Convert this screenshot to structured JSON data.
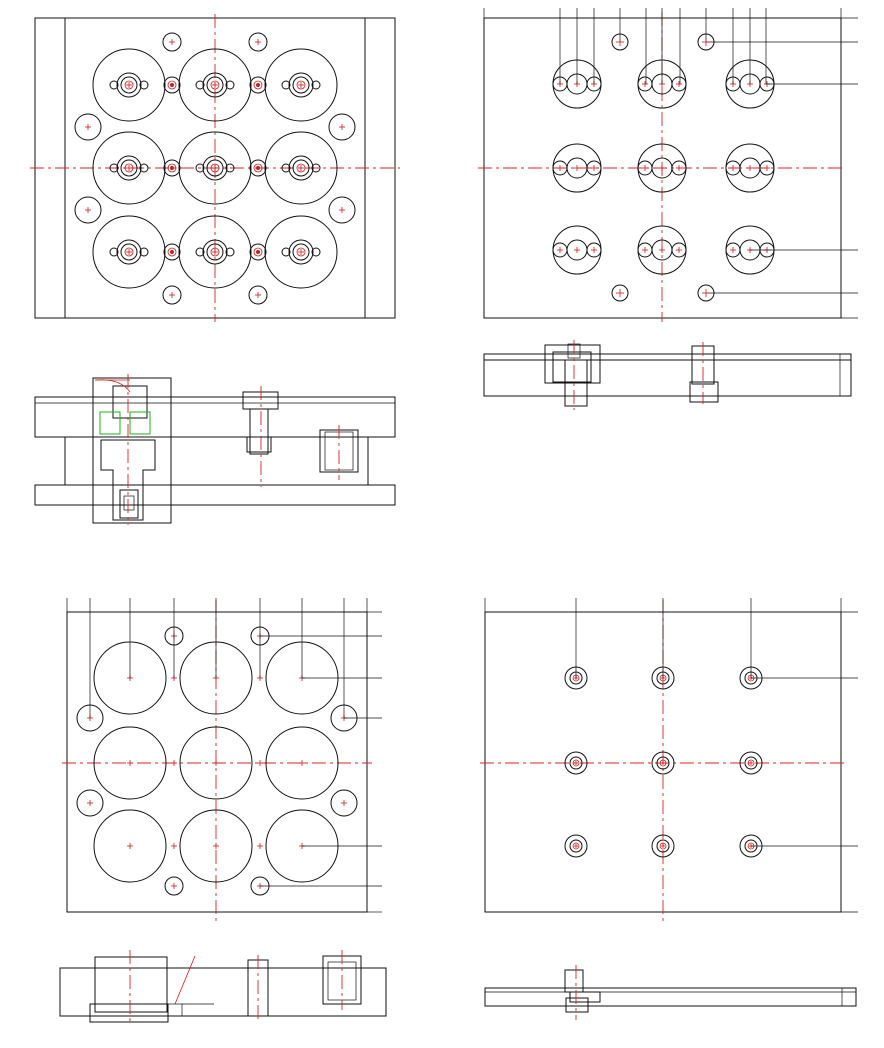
{
  "drawing": {
    "views": [
      {
        "id": "top-left-plan",
        "label": ""
      },
      {
        "id": "top-right-plan",
        "label": ""
      },
      {
        "id": "bottom-left-plan",
        "label": ""
      },
      {
        "id": "bottom-right-plan",
        "label": ""
      },
      {
        "id": "assembly-section",
        "label": ""
      },
      {
        "id": "section-views",
        "label": ""
      }
    ],
    "colors": {
      "outline": "#111111",
      "centerline": "#e02020",
      "feature_red": "#c02020",
      "highlight_green": "#1fb31f"
    }
  }
}
